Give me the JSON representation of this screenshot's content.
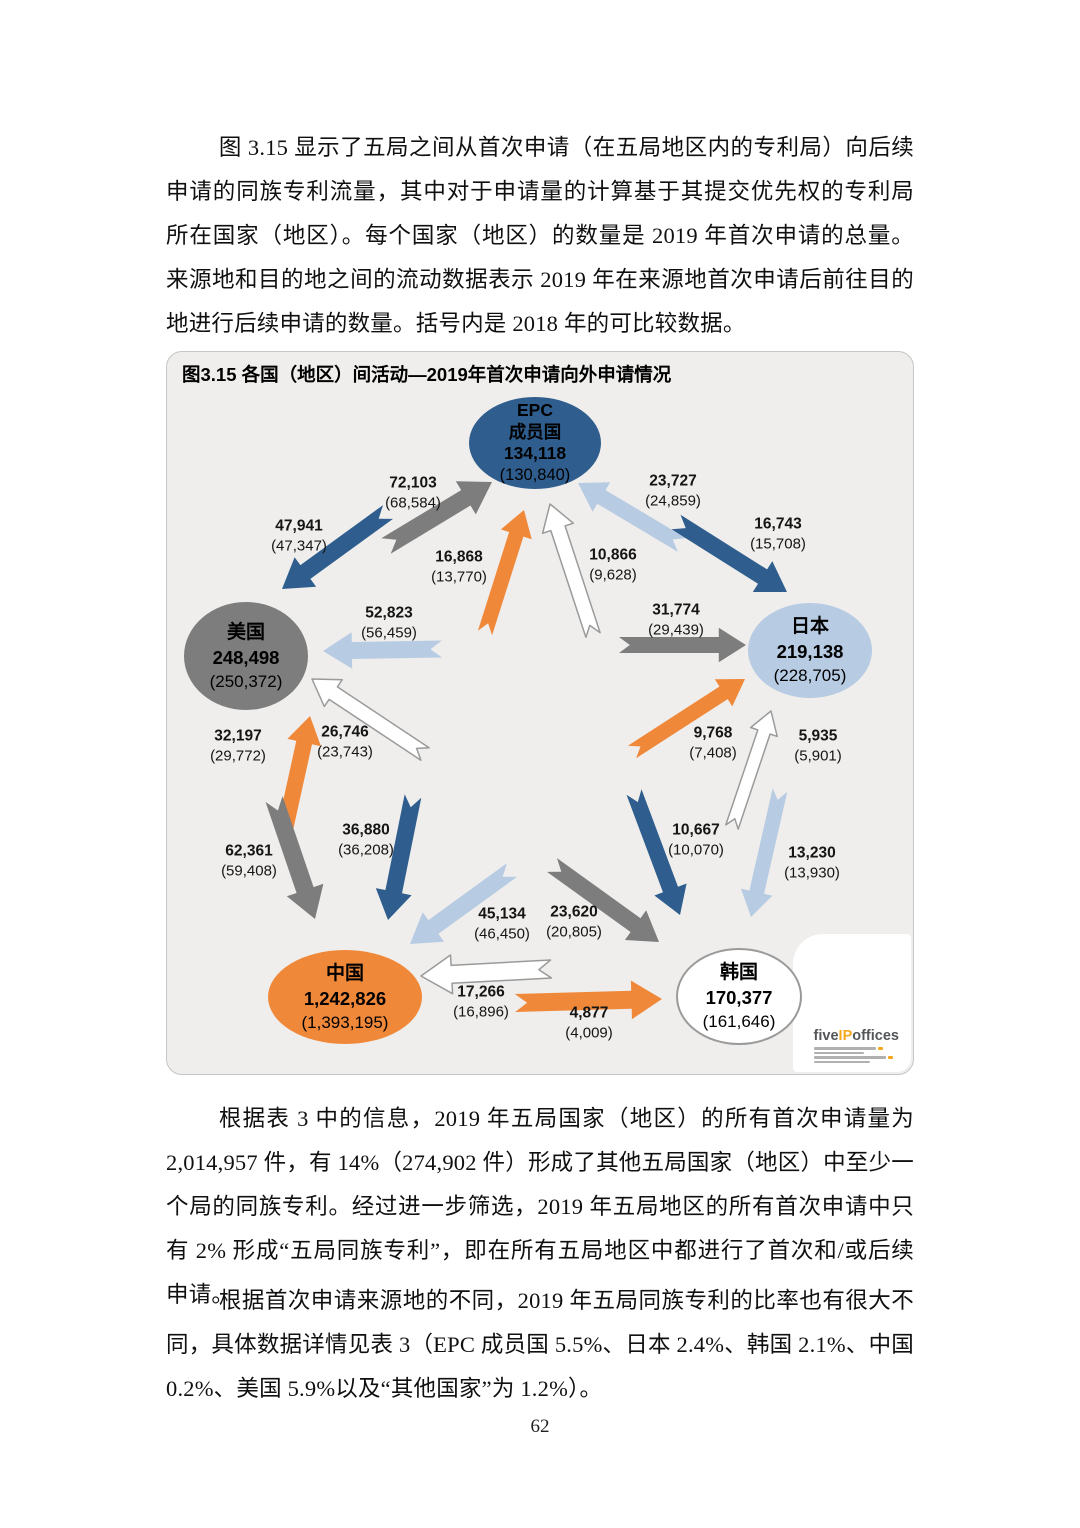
{
  "document": {
    "paragraphs": [
      {
        "text": "图 3.15 显示了五局之间从首次申请（在五局地区内的专利局）向后续申请的同族专利流量，其中对于申请量的计算基于其提交优先权的专利局所在国家（地区）。每个国家（地区）的数量是 2019 年首次申请的总量。来源地和目的地之间的流动数据表示 2019 年在来源地首次申请后前往目的地进行后续申请的数量。括号内是 2018 年的可比较数据。"
      },
      {
        "text": "根据表 3 中的信息，2019 年五局国家（地区）的所有首次申请量为 2,014,957 件，有 14%（274,902 件）形成了其他五局国家（地区）中至少一个局的同族专利。经过进一步筛选，2019 年五局地区的所有首次申请中只有 2% 形成“五局同族专利”，即在所有五局地区中都进行了首次和/或后续申请。"
      },
      {
        "text": "根据首次申请来源地的不同，2019 年五局同族专利的比率也有很大不同，具体数据详情见表 3（EPC 成员国 5.5%、日本 2.4%、韩国 2.1%、中国 0.2%、美国 5.9%以及“其他国家”为 1.2%）。"
      }
    ],
    "page_number": "62"
  },
  "figure": {
    "title": "图3.15 各国（地区）间活动—2019年首次申请向外申请情况",
    "logo": {
      "five": "five",
      "ip": "IP",
      "offices": "offices"
    },
    "colors": {
      "epo": "#2f5e8e",
      "us": "#7d7d7d",
      "jp": "#b7cbe3",
      "cn": "#f0883a",
      "kr": "#ffffff",
      "kr_outline": "#9a9a9a",
      "panel_bg": "#efeeec"
    },
    "nodes": [
      {
        "id": "epo",
        "label": "EPC\n成员国",
        "value": "134,118",
        "prev": "(130,840)"
      },
      {
        "id": "us",
        "label": "美国",
        "value": "248,498",
        "prev": "(250,372)"
      },
      {
        "id": "jp",
        "label": "日本",
        "value": "219,138",
        "prev": "(228,705)"
      },
      {
        "id": "cn",
        "label": "中国",
        "value": "1,242,826",
        "prev": "(1,393,195)"
      },
      {
        "id": "kr",
        "label": "韩国",
        "value": "170,377",
        "prev": "(161,646)"
      }
    ],
    "flows": [
      {
        "id": "epo-us",
        "from": "epo",
        "to": "us",
        "value": "47,941",
        "prev": "(47,347)"
      },
      {
        "id": "us-epo",
        "from": "us",
        "to": "epo",
        "value": "72,103",
        "prev": "(68,584)"
      },
      {
        "id": "cn-epo",
        "from": "cn",
        "to": "epo",
        "value": "16,868",
        "prev": "(13,770)"
      },
      {
        "id": "kr-epo",
        "from": "kr",
        "to": "epo",
        "value": "10,866",
        "prev": "(9,628)"
      },
      {
        "id": "jp-epo",
        "from": "jp",
        "to": "epo",
        "value": "23,727",
        "prev": "(24,859)"
      },
      {
        "id": "epo-jp",
        "from": "epo",
        "to": "jp",
        "value": "16,743",
        "prev": "(15,708)"
      },
      {
        "id": "jp-us",
        "from": "jp",
        "to": "us",
        "value": "52,823",
        "prev": "(56,459)"
      },
      {
        "id": "us-jp",
        "from": "us",
        "to": "jp",
        "value": "31,774",
        "prev": "(29,439)"
      },
      {
        "id": "cn-us",
        "from": "cn",
        "to": "us",
        "value": "32,197",
        "prev": "(29,772)"
      },
      {
        "id": "kr-us",
        "from": "kr",
        "to": "us",
        "value": "26,746",
        "prev": "(23,743)"
      },
      {
        "id": "us-cn",
        "from": "us",
        "to": "cn",
        "value": "62,361",
        "prev": "(59,408)"
      },
      {
        "id": "epo-cn",
        "from": "epo",
        "to": "cn",
        "value": "36,880",
        "prev": "(36,208)"
      },
      {
        "id": "jp-cn",
        "from": "jp",
        "to": "cn",
        "value": "45,134",
        "prev": "(46,450)"
      },
      {
        "id": "us-kr",
        "from": "us",
        "to": "kr",
        "value": "23,620",
        "prev": "(20,805)"
      },
      {
        "id": "cn-jp",
        "from": "cn",
        "to": "jp",
        "value": "9,768",
        "prev": "(7,408)"
      },
      {
        "id": "kr-jp",
        "from": "kr",
        "to": "jp",
        "value": "5,935",
        "prev": "(5,901)"
      },
      {
        "id": "epo-kr",
        "from": "epo",
        "to": "kr",
        "value": "10,667",
        "prev": "(10,070)"
      },
      {
        "id": "jp-kr",
        "from": "jp",
        "to": "kr",
        "value": "13,230",
        "prev": "(13,930)"
      },
      {
        "id": "kr-cn",
        "from": "kr",
        "to": "cn",
        "value": "17,266",
        "prev": "(16,896)"
      },
      {
        "id": "cn-kr",
        "from": "cn",
        "to": "kr",
        "value": "4,877",
        "prev": "(4,009)"
      }
    ]
  }
}
